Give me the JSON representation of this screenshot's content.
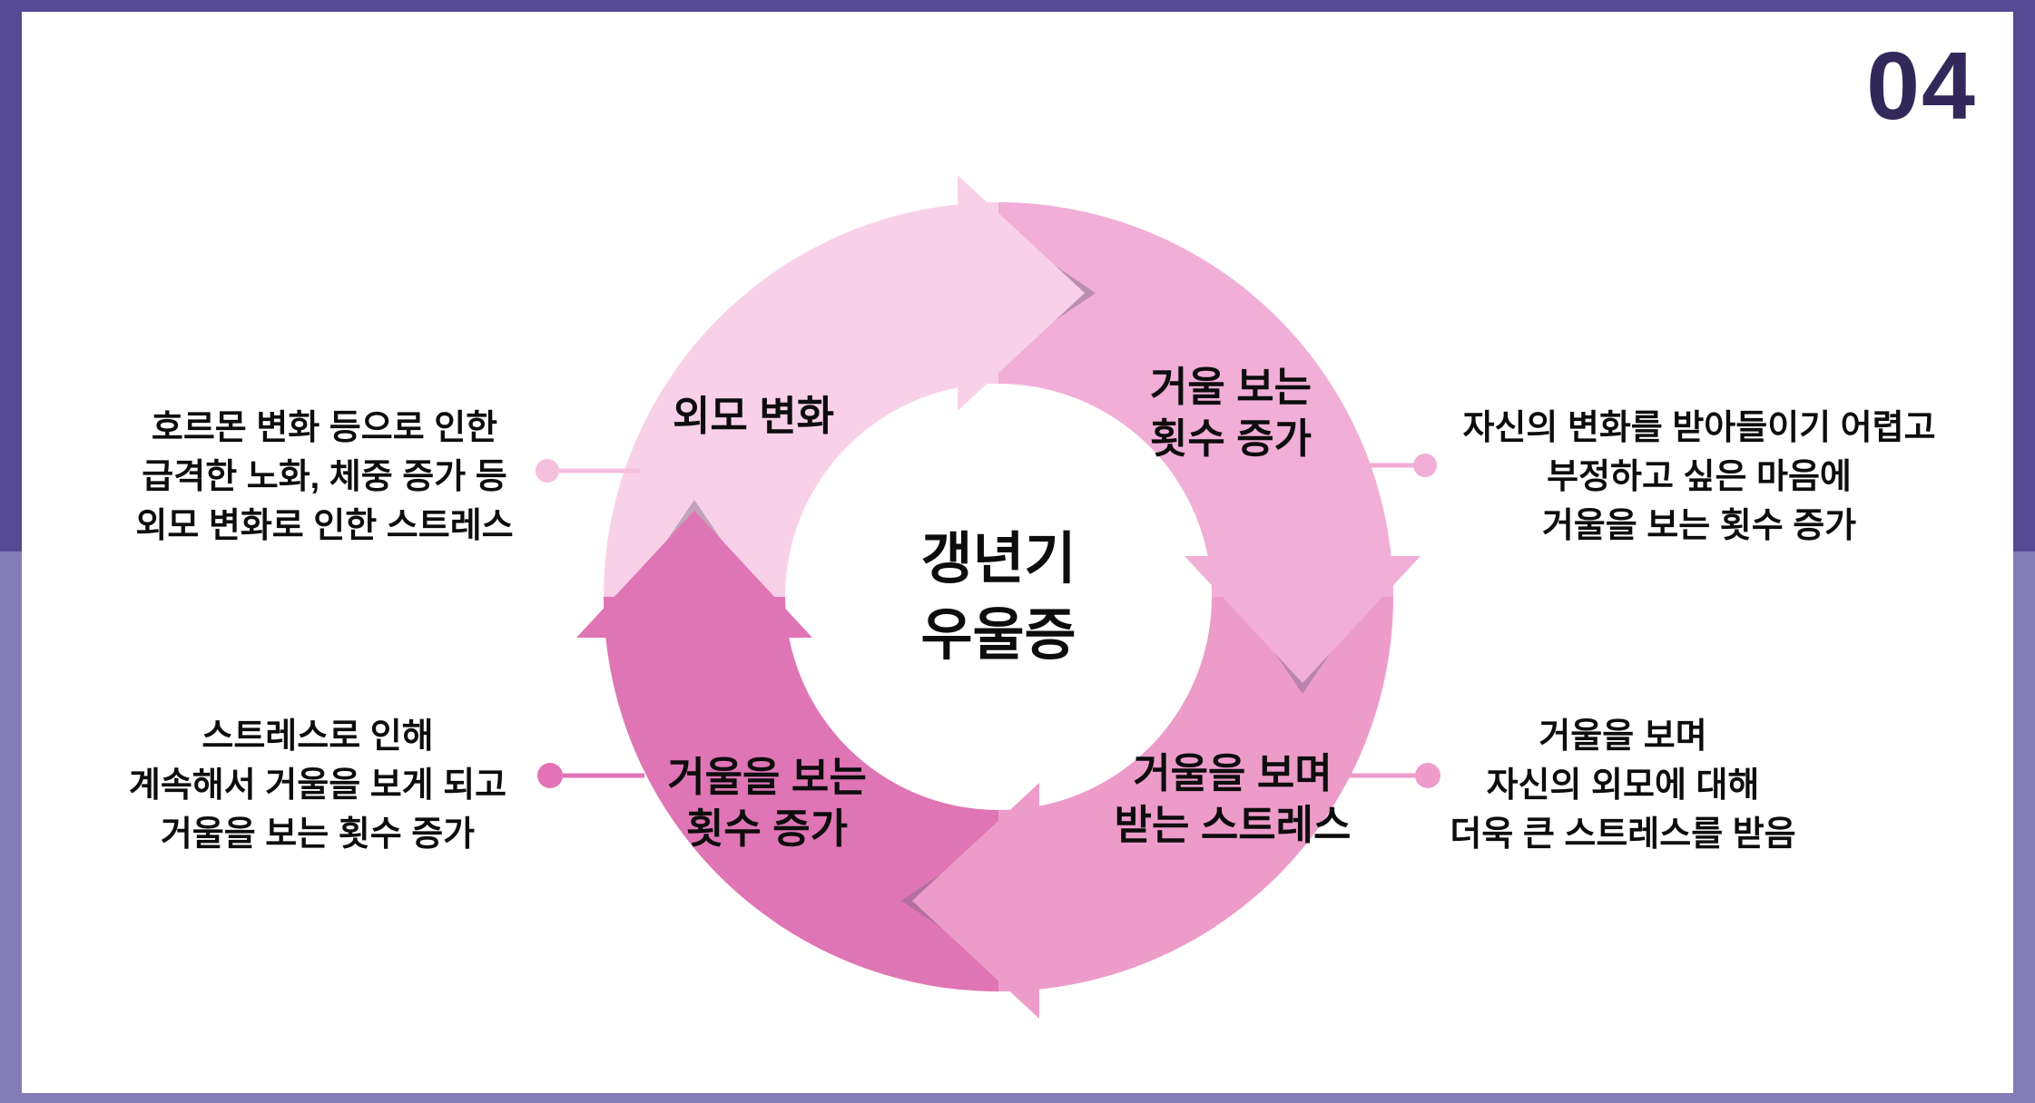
{
  "page_number": "04",
  "center": {
    "title": "갱년기\n우울증"
  },
  "cycle": [
    {
      "label": "외모 변화",
      "description": "호르몬 변화 등으로 인한\n급격한 노화, 체중 증가 등\n외모 변화로 인한 스트레스",
      "color": "#f8d1e8",
      "connector_color": "#f5bfde"
    },
    {
      "label": "거울 보는\n횟수 증가",
      "description": "자신의 변화를 받아들이기 어렵고\n부정하고 싶은 마음에\n거울을 보는 횟수 증가",
      "color": "#f1aed7",
      "connector_color": "#f1aed7"
    },
    {
      "label": "거울을 보며\n받는 스트레스",
      "description": "거울을 보며\n자신의 외모에 대해\n더욱 큰 스트레스를 받음",
      "color": "#ed9cca",
      "connector_color": "#ed9cca"
    },
    {
      "label": "거울을 보는\n횟수 증가",
      "description": "스트레스로 인해\n계속해서 거울을 보게 되고\n거울을 보는 횟수 증가",
      "color": "#df75b5",
      "connector_color": "#e273b7"
    }
  ],
  "colors": {
    "background_top": "#564a94",
    "background_bottom": "#837cb6",
    "card_background": "#ffffff",
    "card_border": "rgba(255,255,255,0.32)",
    "page_number": "#33285a",
    "text": "#0d0d0d",
    "arrow_shadow": "#7d6a85"
  }
}
